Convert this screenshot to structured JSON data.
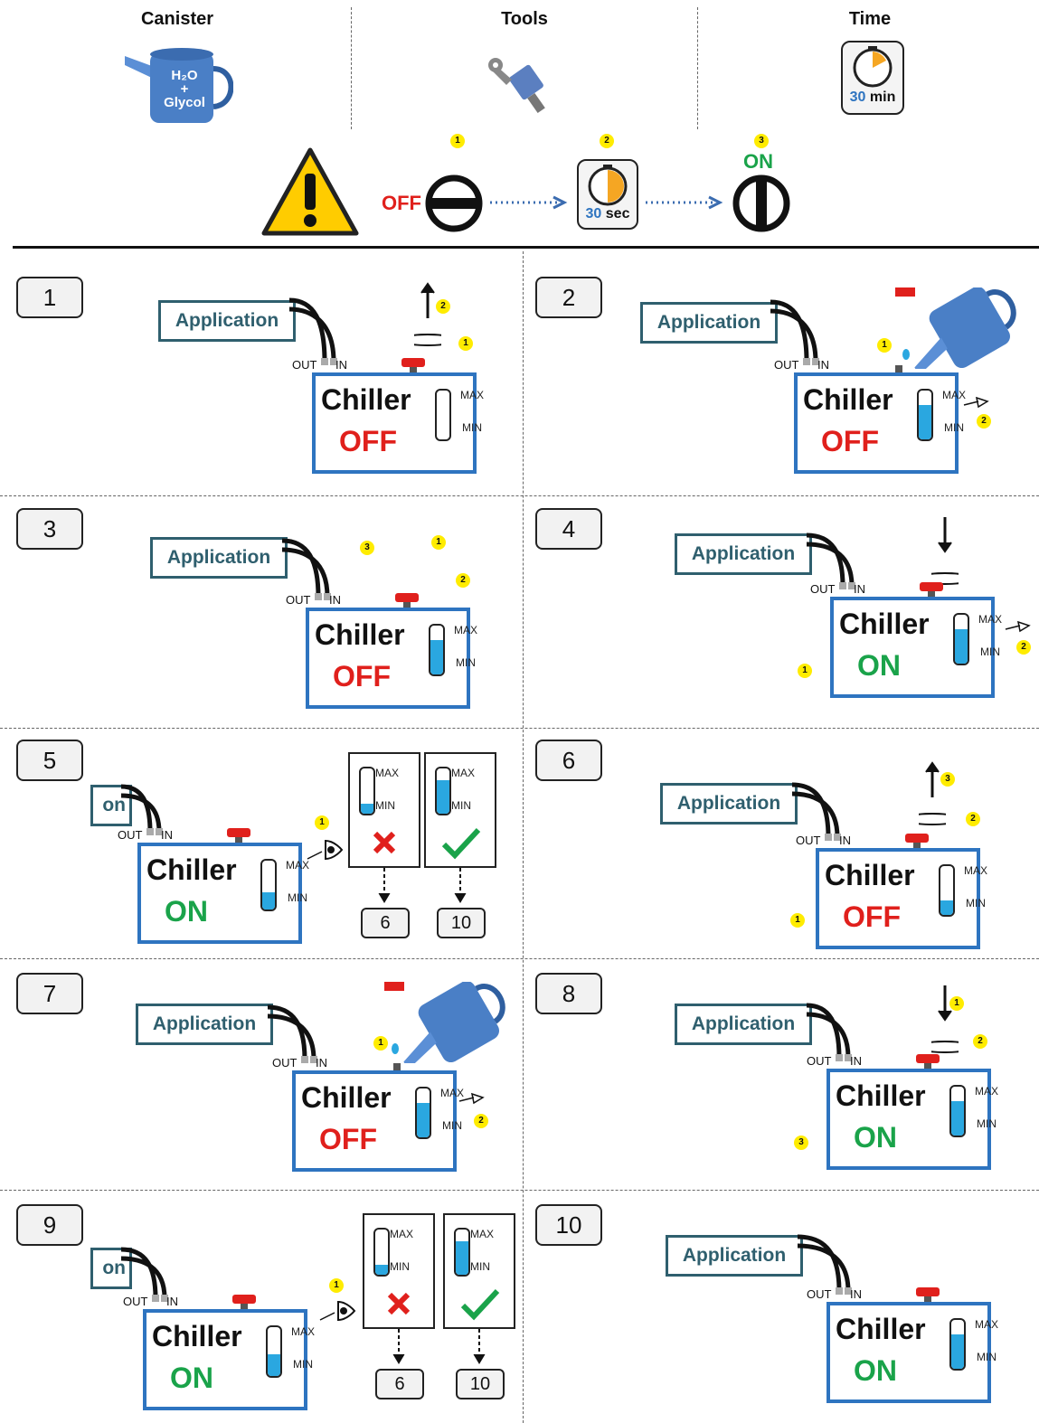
{
  "header": {
    "canister_title": "Canister",
    "tools_title": "Tools",
    "time_title": "Time",
    "canister_label_line1": "H₂O",
    "canister_label_line2": "+",
    "canister_label_line3": "Glycol",
    "time_value": "30",
    "time_unit": "min"
  },
  "warning_sequence": {
    "off_label": "OFF",
    "on_label": "ON",
    "timer_value": "30",
    "timer_unit": "sec",
    "badges": [
      "1",
      "2",
      "3"
    ]
  },
  "common": {
    "application_label": "Application",
    "chiller_label": "Chiller",
    "off_label": "OFF",
    "on_label": "ON",
    "max_label": "MAX",
    "min_label": "MIN",
    "out_label": "OUT",
    "in_label": "IN",
    "truncated_app_label": "on"
  },
  "steps": [
    {
      "number": "1",
      "state": "OFF",
      "level": 0.0,
      "badges": [
        "1",
        "2"
      ]
    },
    {
      "number": "2",
      "state": "OFF",
      "level": 0.7,
      "badges": [
        "1",
        "2"
      ]
    },
    {
      "number": "3",
      "state": "OFF",
      "level": 0.7,
      "badges": [
        "1",
        "2",
        "3"
      ]
    },
    {
      "number": "4",
      "state": "ON",
      "level": 0.7,
      "badges": [
        "1",
        "2"
      ]
    },
    {
      "number": "5",
      "state": "ON",
      "level": 0.35,
      "badges": [
        "1"
      ],
      "refs": [
        "6",
        "10"
      ]
    },
    {
      "number": "6",
      "state": "OFF",
      "level": 0.3,
      "badges": [
        "1",
        "2",
        "3"
      ]
    },
    {
      "number": "7",
      "state": "OFF",
      "level": 0.7,
      "badges": [
        "1",
        "2"
      ]
    },
    {
      "number": "8",
      "state": "ON",
      "level": 0.7,
      "badges": [
        "1",
        "2",
        "3"
      ]
    },
    {
      "number": "9",
      "state": "ON",
      "level": 0.45,
      "badges": [
        "1"
      ],
      "refs": [
        "6",
        "10"
      ]
    },
    {
      "number": "10",
      "state": "ON",
      "level": 0.7,
      "badges": []
    }
  ],
  "colors": {
    "off": "#e0201c",
    "on": "#1aa34a",
    "chiller_border": "#2e74c0",
    "application_border": "#2f5f6e",
    "coolant": "#2aa7e0",
    "badge": "#ffec00"
  }
}
